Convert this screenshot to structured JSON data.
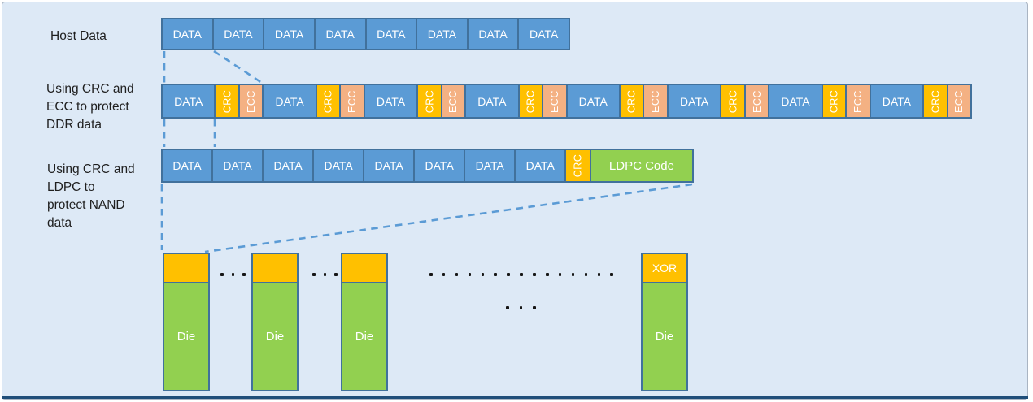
{
  "labels": {
    "host_data": "Host Data",
    "ddr": "Using CRC and\nECC to protect\nDDR data",
    "nand": "Using CRC and\nLDPC to\nprotect NAND\ndata"
  },
  "host_row": {
    "blocks": [
      "DATA",
      "DATA",
      "DATA",
      "DATA",
      "DATA",
      "DATA",
      "DATA",
      "DATA"
    ]
  },
  "ddr_row": {
    "groups": [
      {
        "data": "DATA",
        "crc": "CRC",
        "ecc": "ECC"
      },
      {
        "data": "DATA",
        "crc": "CRC",
        "ecc": "ECC"
      },
      {
        "data": "DATA",
        "crc": "CRC",
        "ecc": "ECC"
      },
      {
        "data": "DATA",
        "crc": "CRC",
        "ecc": "ECC"
      },
      {
        "data": "DATA",
        "crc": "CRC",
        "ecc": "ECC"
      },
      {
        "data": "DATA",
        "crc": "CRC",
        "ecc": "ECC"
      },
      {
        "data": "DATA",
        "crc": "CRC",
        "ecc": "ECC"
      },
      {
        "data": "DATA",
        "crc": "CRC",
        "ecc": "ECC"
      }
    ]
  },
  "nand_row": {
    "data_blocks": [
      "DATA",
      "DATA",
      "DATA",
      "DATA",
      "DATA",
      "DATA",
      "DATA",
      "DATA"
    ],
    "crc_label": "CRC",
    "ldpc_label": "LDPC Code"
  },
  "nand_dies": {
    "die_columns": [
      {
        "cap_label": "",
        "die_label": "Die"
      },
      {
        "cap_label": "",
        "die_label": "Die"
      },
      {
        "cap_label": "",
        "die_label": "Die"
      },
      {
        "cap_label": "XOR",
        "die_label": "Die"
      }
    ],
    "gap_dots_count": 3,
    "long_dots_count": 15,
    "lower_dots_count": 3
  },
  "colors": {
    "background": "#dde9f6",
    "block_blue": "#5b9bd5",
    "block_border_blue": "#41719c",
    "crc_orange": "#ffc000",
    "ecc_salmon": "#f4b183",
    "ldpc_green": "#92d050",
    "dashed_line_blue": "#5b9bd5",
    "bottom_line_navy": "#1f4e79",
    "label_text": "#1f1f1f"
  }
}
